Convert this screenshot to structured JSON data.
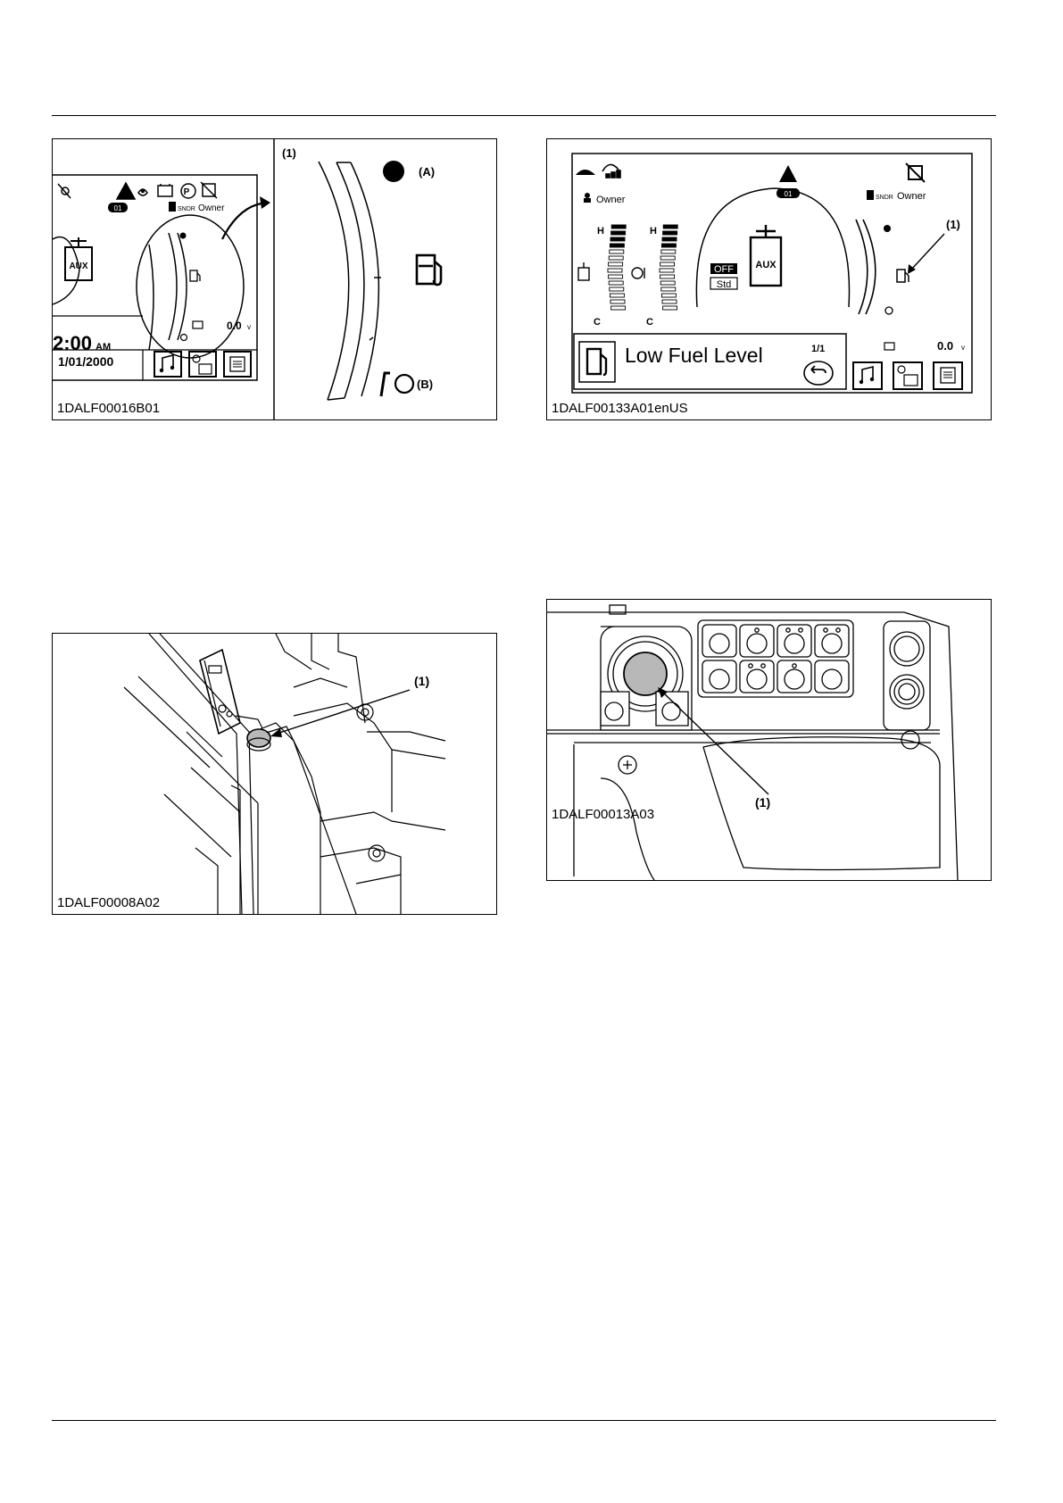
{
  "figures": [
    {
      "id": "fig1",
      "caption": "1DALF00016B01",
      "screen": {
        "warn_code": "01",
        "sndr": "SNDR",
        "owner": "Owner",
        "aux": "AUX",
        "time": "2:00",
        "ampm": "AM",
        "date": "1/01/2000",
        "voltage": "0.0",
        "volt_unit": "v"
      },
      "callouts": {
        "c1": "(1)",
        "a": "(A)",
        "b": "(B)"
      }
    },
    {
      "id": "fig2",
      "caption": "1DALF00133A01enUS",
      "screen": {
        "owner_left": "Owner",
        "warn_code": "01",
        "sndr": "SNDR",
        "owner_right": "Owner",
        "h1": "H",
        "h2": "H",
        "c1": "C",
        "c2": "C",
        "off": "OFF",
        "std": "Std",
        "aux": "AUX",
        "message": "Low Fuel Level",
        "page": "1/1",
        "voltage": "0.0",
        "volt_unit": "v"
      },
      "callouts": {
        "c1": "(1)"
      }
    },
    {
      "id": "fig3",
      "caption": "1DALF00008A02",
      "callouts": {
        "c1": "(1)"
      }
    },
    {
      "id": "fig4",
      "caption": "1DALF00013A03",
      "callouts": {
        "c1": "(1)"
      }
    }
  ],
  "colors": {
    "ink": "#000000",
    "paper": "#ffffff",
    "gray": "#b8b8b8"
  }
}
